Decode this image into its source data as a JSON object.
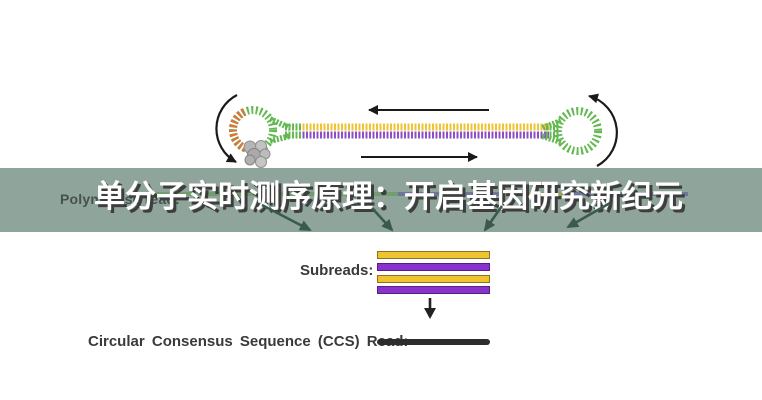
{
  "banner": {
    "title": "单分子实时测序原理：开启基因研究新纪元",
    "background_color": "#8fa49b",
    "title_color": "#ffffff",
    "title_shadow_color": "#3e3e3e",
    "polymerase_read_label": "Polymerase read:",
    "read_line_colors": {
      "green": "#6d9a66",
      "indigo": "#666b99",
      "olive": "#98a04e"
    }
  },
  "smrtbell": {
    "adapter_green": "#63b84f",
    "primer_orange": "#e4703c",
    "strand_top_gold": "#f1c232",
    "strand_bottom_purple": "#8e4fc6",
    "polymerase_gray": "#b5b5b5",
    "arrow_black": "#1a1a1a"
  },
  "flow": {
    "arrow_color": "#3b5a4e"
  },
  "subreads": {
    "label": "Subreads:",
    "bars": [
      "yellow",
      "purple",
      "yellow",
      "purple"
    ],
    "yellow_hex": "#f0c431",
    "purple_hex": "#8833cc"
  },
  "ccs": {
    "label": "Circular Consensus Sequence (CCS) Read:",
    "bar_color": "#2d2d2d"
  }
}
